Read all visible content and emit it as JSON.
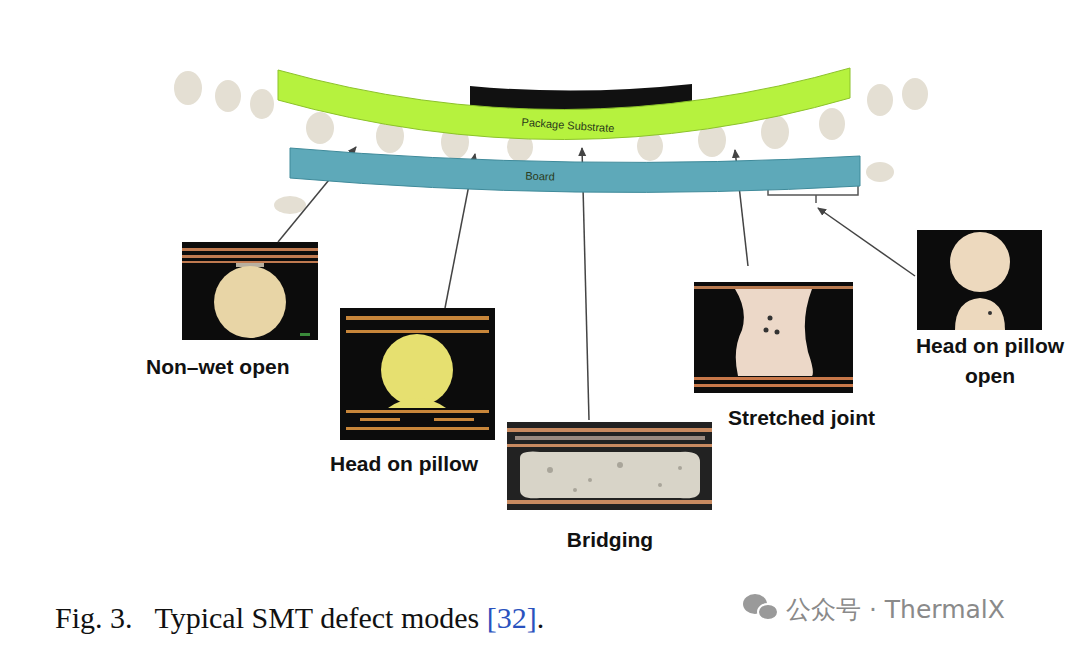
{
  "diagram": {
    "caption": "Fig. 3.   Typical SMT defect modes [32].",
    "nodes": [
      {
        "text": [
          "Package Substrate"
        ]
      },
      {
        "text": [
          "Board"
        ]
      }
    ],
    "labels": [
      "Non–wet open",
      "Head on pillow",
      "Bridging",
      "Stretched joint",
      "Head on pillow open",
      "公众号 · ThermalX"
    ]
  }
}
